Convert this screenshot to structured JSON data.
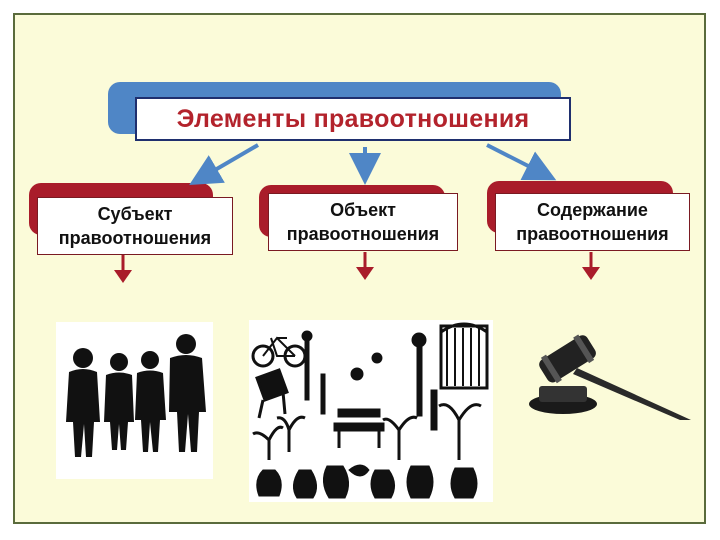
{
  "title": "Элементы правоотношения",
  "cards": [
    {
      "label": "Субъект\nправоотношения"
    },
    {
      "label": "Объект\nправоотношения"
    },
    {
      "label": "Содержание\nправоотношения"
    }
  ],
  "images": [
    {
      "icon": "people-silhouettes-icon"
    },
    {
      "icon": "objects-silhouettes-icon"
    },
    {
      "icon": "gavel-icon"
    }
  ],
  "colors": {
    "background": "#fbfbd9",
    "title_text": "#b3232c",
    "title_shadow": "#4f86c6",
    "card_shadow": "#a91c2a",
    "blue_arrow": "#4f86c6",
    "red_arrow": "#a91c2a"
  }
}
